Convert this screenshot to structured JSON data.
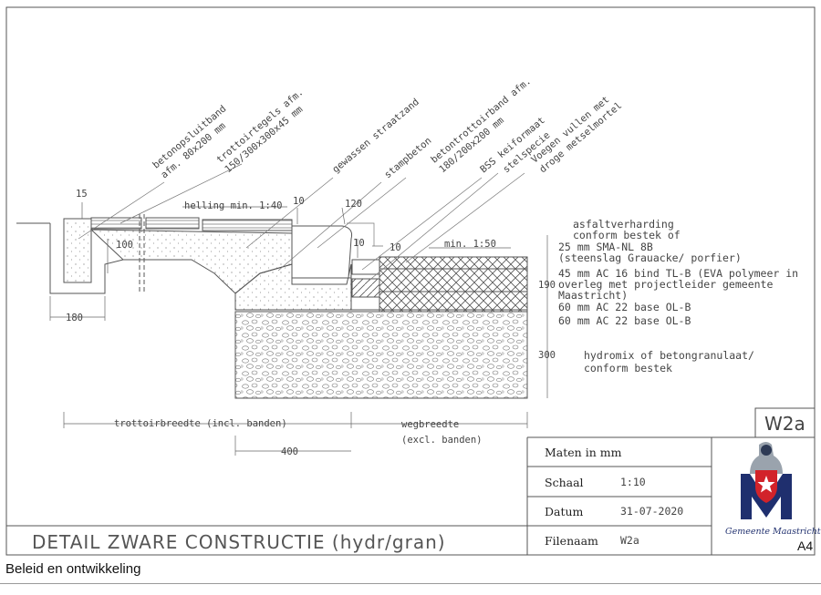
{
  "drawing": {
    "title": "DETAIL ZWARE CONSTRUCTIE  (hydr/gran)",
    "code": "W2a",
    "paper": "A4",
    "org": "Gemeente Maastricht"
  },
  "titleblock": {
    "maten_label": "Maten  in  mm",
    "schaal_label": "Schaal",
    "schaal_value": "1:10",
    "datum_label": "Datum",
    "datum_value": "31-07-2020",
    "filenaam_label": "Filenaam",
    "filenaam_value": "W2a"
  },
  "leaders": {
    "betonopsluitband_1": "betonopsluitband",
    "betonopsluitband_2": "afm. 80x200 mm",
    "trottoirtegels_1": "trottoirtegels afm.",
    "trottoirtegels_2": "150/300x300x45 mm",
    "straatzand": "gewassen straatzand",
    "stampbeton": "stampbeton",
    "trottoirband_1": "betontrottoirband afm.",
    "trottoirband_2": "180/200x200 mm",
    "bss": "BSS keiformaat",
    "stelspecie": "stelspecie",
    "voegen_1": "Voegen vullen met",
    "voegen_2": "droge metselmortel"
  },
  "dimensions": {
    "d15": "15",
    "d100": "100",
    "d180": "180",
    "helling": "helling min. 1:40",
    "d10a": "10",
    "d120": "120",
    "d10b": "10",
    "d10c": "10",
    "min150": "min. 1:50",
    "d190": "190",
    "d300": "300",
    "d400": "400",
    "trottoirbreedte": "trottoirbreedte (incl. banden)",
    "wegbreedte_1": "wegbreedte",
    "wegbreedte_2": "(excl. banden)"
  },
  "layers": {
    "asfalt_1": "asfaltverharding",
    "asfalt_2": "conform bestek of",
    "sma_1": "25 mm SMA-NL 8B",
    "sma_2": "(steenslag Grauacke/ porfier)",
    "ac16_1": "45 mm AC 16 bind TL-B (EVA polymeer in",
    "ac16_2": "overleg met projectleider gemeente",
    "ac16_3": "Maastricht)",
    "ac22a": "60 mm AC 22 base OL-B",
    "ac22b": "60 mm AC 22 base OL-B",
    "hydro_1": "hydromix of betongranulaat/",
    "hydro_2": "conform bestek"
  },
  "footer": {
    "text": "Beleid en ontwikkeling"
  },
  "colors": {
    "line": "#555555",
    "text": "#444444",
    "logo_blue": "#1f2f6e",
    "logo_red": "#d2232a"
  }
}
